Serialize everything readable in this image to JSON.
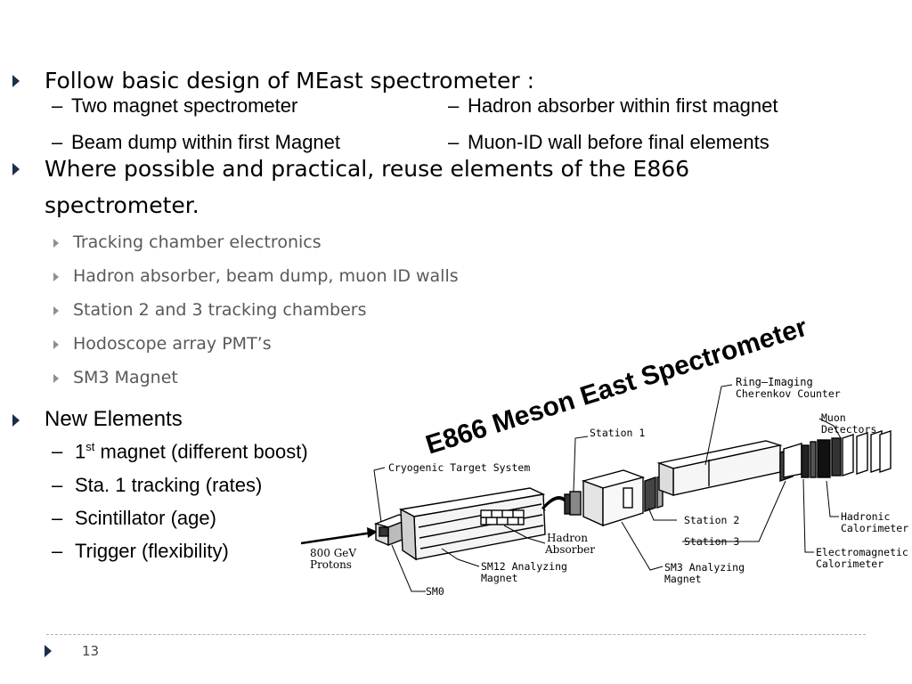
{
  "bullets": {
    "b1": "Follow basic design of MEast spectrometer :",
    "b1_left": [
      "Two magnet spectrometer",
      "Beam dump within first Magnet"
    ],
    "b1_right": [
      "Hadron absorber within first magnet",
      "Muon-ID wall before final elements"
    ],
    "b2_line1": "Where possible and practical, reuse elements of the E866",
    "b2_line2": "spectrometer.",
    "b2_items": [
      "Tracking chamber electronics",
      "Hadron absorber, beam dump, muon ID walls",
      "Station 2 and 3 tracking chambers",
      "Hodoscope array PMT’s",
      "SM3 Magnet"
    ],
    "b3": "New Elements",
    "b3_items": [
      "magnet (different boost)",
      "Sta. 1 tracking (rates)",
      "Scintillator (age)",
      "Trigger (flexibility)"
    ],
    "b3_first_number": "1",
    "b3_first_sup": "st"
  },
  "diagram": {
    "title": "E866 Meson East Spectrometer",
    "labels": {
      "ring": "Ring–Imaging",
      "cherenkov": "Cherenkov Counter",
      "muon": "Muon",
      "detectors": "Detectors",
      "station1": "Station 1",
      "cryo": "Cryogenic Target System",
      "station2": "Station 2",
      "station3": "Station 3",
      "hadronic": "Hadronic",
      "hcal": "Calorimeter",
      "hadron": "Hadron",
      "absorber": "Absorber",
      "em": "Electromagnetic",
      "emcal": "Calorimeter",
      "gev": "800 GeV",
      "protons": "Protons",
      "sm12": "SM12 Analyzing",
      "sm12mag": "Magnet",
      "sm3": "SM3 Analyzing",
      "sm3mag": "Magnet",
      "sm0": "SM0"
    }
  },
  "footer": {
    "page_number": "13"
  }
}
